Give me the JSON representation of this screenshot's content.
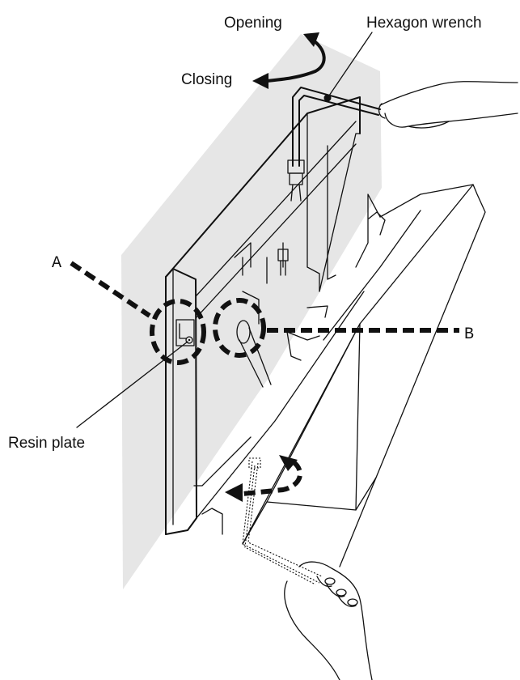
{
  "labels": {
    "opening": "Opening",
    "closing": "Closing",
    "hexagon_wrench": "Hexagon wrench",
    "point_a": "A",
    "point_b": "B",
    "resin_plate": "Resin plate"
  },
  "colors": {
    "line": "#111111",
    "shadow_panel": "#e6e6e6",
    "background": "#ffffff"
  }
}
